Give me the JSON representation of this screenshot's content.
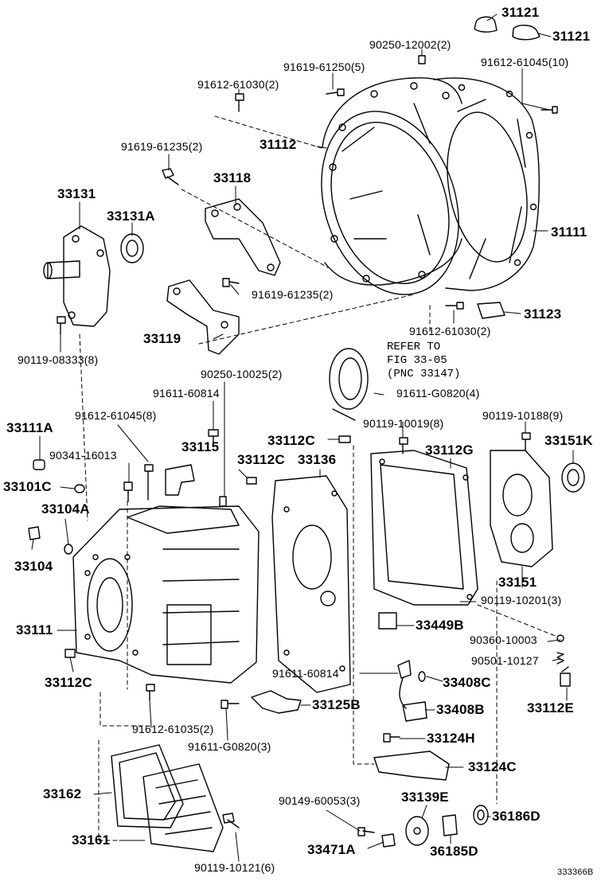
{
  "labels": {
    "l31121a": "31121",
    "l31121b": "31121",
    "l9025012002": "90250-12002(2)",
    "l9161961250": "91619-61250(5)",
    "l9161261045t": "91612-61045(10)",
    "l9161261030t": "91612-61030(2)",
    "l31112": "31112",
    "l9161961235a": "91619-61235(2)",
    "l33118": "33118",
    "l33131": "33131",
    "l33131A": "33131A",
    "l31111t": "31111",
    "l9161961235b": "91619-61235(2)",
    "l31123": "31123",
    "l33119": "33119",
    "l9161261030b": "91612-61030(2)",
    "l9011908333": "90119-08333(8)",
    "l9025010025": "90250-10025(2)",
    "l9161160814a": "91611-60814",
    "l91611G0820a": "91611-G0820(4)",
    "l9161261045m": "91612-61045(8)",
    "l33111A": "33111A",
    "l33115": "33115",
    "l33112Ca": "33112C",
    "l9011910019": "90119-10019(8)",
    "l9011910188": "90119-10188(9)",
    "l33151K": "33151K",
    "l9034116013": "90341-16013",
    "l33112Cb": "33112C",
    "l33136": "33136",
    "l33112G": "33112G",
    "l33101C": "33101C",
    "l33104A": "33104A",
    "l33104": "33104",
    "l33151": "33151",
    "l9011910201": "90119-10201(3)",
    "l33111b": "33111",
    "l33449B": "33449B",
    "l9036010003": "90360-10003",
    "l9050110127": "90501-10127",
    "l9161160814b": "91611-60814",
    "l33408C": "33408C",
    "l33112Cc": "33112C",
    "l33112E": "33112E",
    "l33125B": "33125B",
    "l33408B": "33408B",
    "l9161261035": "91612-61035(2)",
    "l91611G0820b": "91611-G0820(3)",
    "l33124H": "33124H",
    "l33124C": "33124C",
    "l33162": "33162",
    "l9014960053": "90149-60053(3)",
    "l33139E": "33139E",
    "l36186D": "36186D",
    "l33161": "33161",
    "l33471A": "33471A",
    "l36185D": "36185D",
    "l9011910121": "90119-10121(6)",
    "figid": "333366B"
  },
  "refer_note": "REFER TO\nFIG 33-05\n(PNC 33147)"
}
